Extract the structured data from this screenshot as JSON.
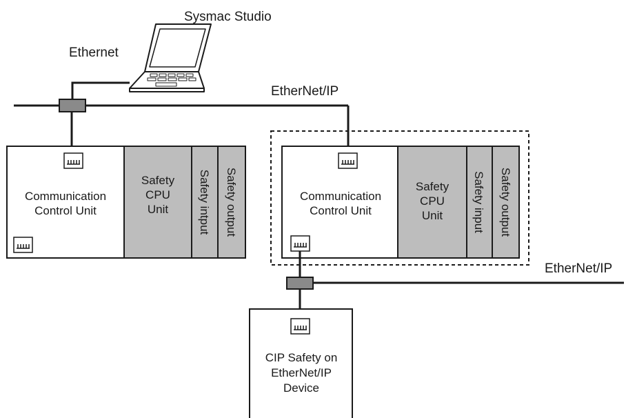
{
  "labels": {
    "sysmac_studio": "Sysmac Studio",
    "ethernet": "Ethernet",
    "ethernetip_top": "EtherNet/IP",
    "ethernetip_right": "EtherNet/IP"
  },
  "left_controller": {
    "comm_unit_line1": "Communication",
    "comm_unit_line2": "Control Unit",
    "cpu_line1": "Safety",
    "cpu_line2": "CPU",
    "cpu_line3": "Unit",
    "input_unit": "Safety intput",
    "output_unit": "Safety output"
  },
  "right_controller": {
    "comm_unit_line1": "Communication",
    "comm_unit_line2": "Control Unit",
    "cpu_line1": "Safety",
    "cpu_line2": "CPU",
    "cpu_line3": "Unit",
    "input_unit": "Safety input",
    "output_unit": "Safety output"
  },
  "device": {
    "line1": "CIP Safety on",
    "line2": "EtherNet/IP",
    "line3": "Device"
  },
  "colors": {
    "unit_gray": "#bdbdbd",
    "hub_gray": "#8a8a8a",
    "line": "#1a1a1a"
  }
}
